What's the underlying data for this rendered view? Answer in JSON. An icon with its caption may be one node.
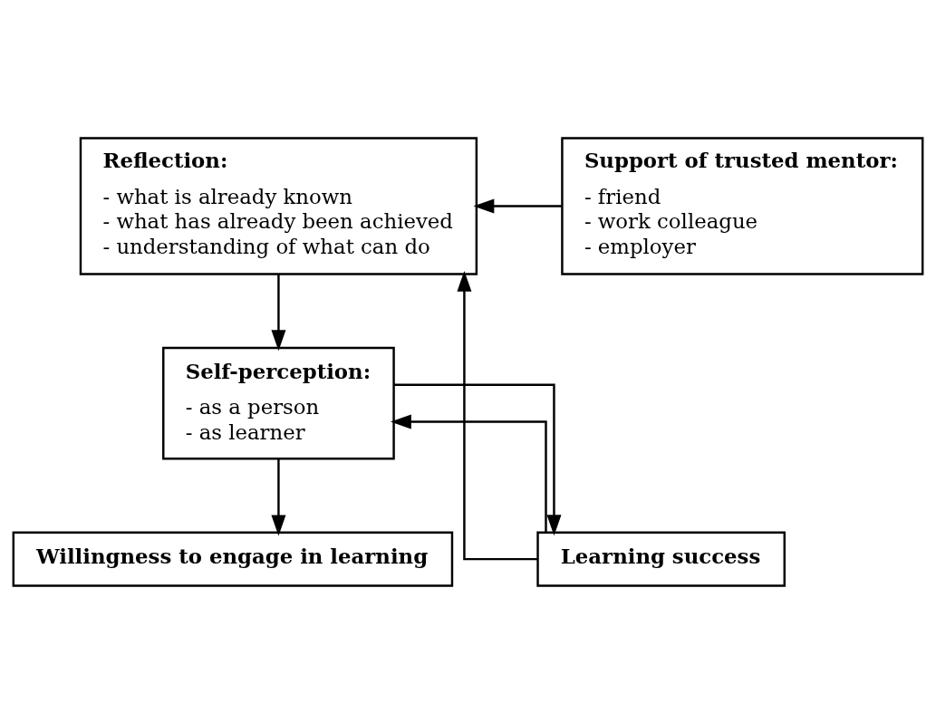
{
  "diagram": {
    "nodes": [
      {
        "text": [
          "Reflection:",
          "- what is already known",
          "- what has already been achieved",
          "- understanding of what can do"
        ]
      },
      {
        "text": [
          "Support of trusted mentor:",
          "- friend",
          "- work colleague",
          "- employer"
        ]
      },
      {
        "text": [
          "Self-perception:",
          "- as a person",
          "- as learner"
        ]
      },
      {
        "text": [
          "Willingness to engage in learning"
        ]
      },
      {
        "text": [
          "Learning success"
        ]
      }
    ],
    "edges": [
      {
        "from": 1,
        "to": 0,
        "arrow": "to"
      },
      {
        "from": 0,
        "to": 2,
        "arrow": "to"
      },
      {
        "from": 2,
        "to": 3,
        "arrow": "to"
      },
      {
        "from": 2,
        "to": 4,
        "arrow": "to"
      },
      {
        "from": 4,
        "to": 2,
        "arrow": "to"
      },
      {
        "from": 4,
        "to": 0,
        "arrow": "to"
      }
    ]
  }
}
